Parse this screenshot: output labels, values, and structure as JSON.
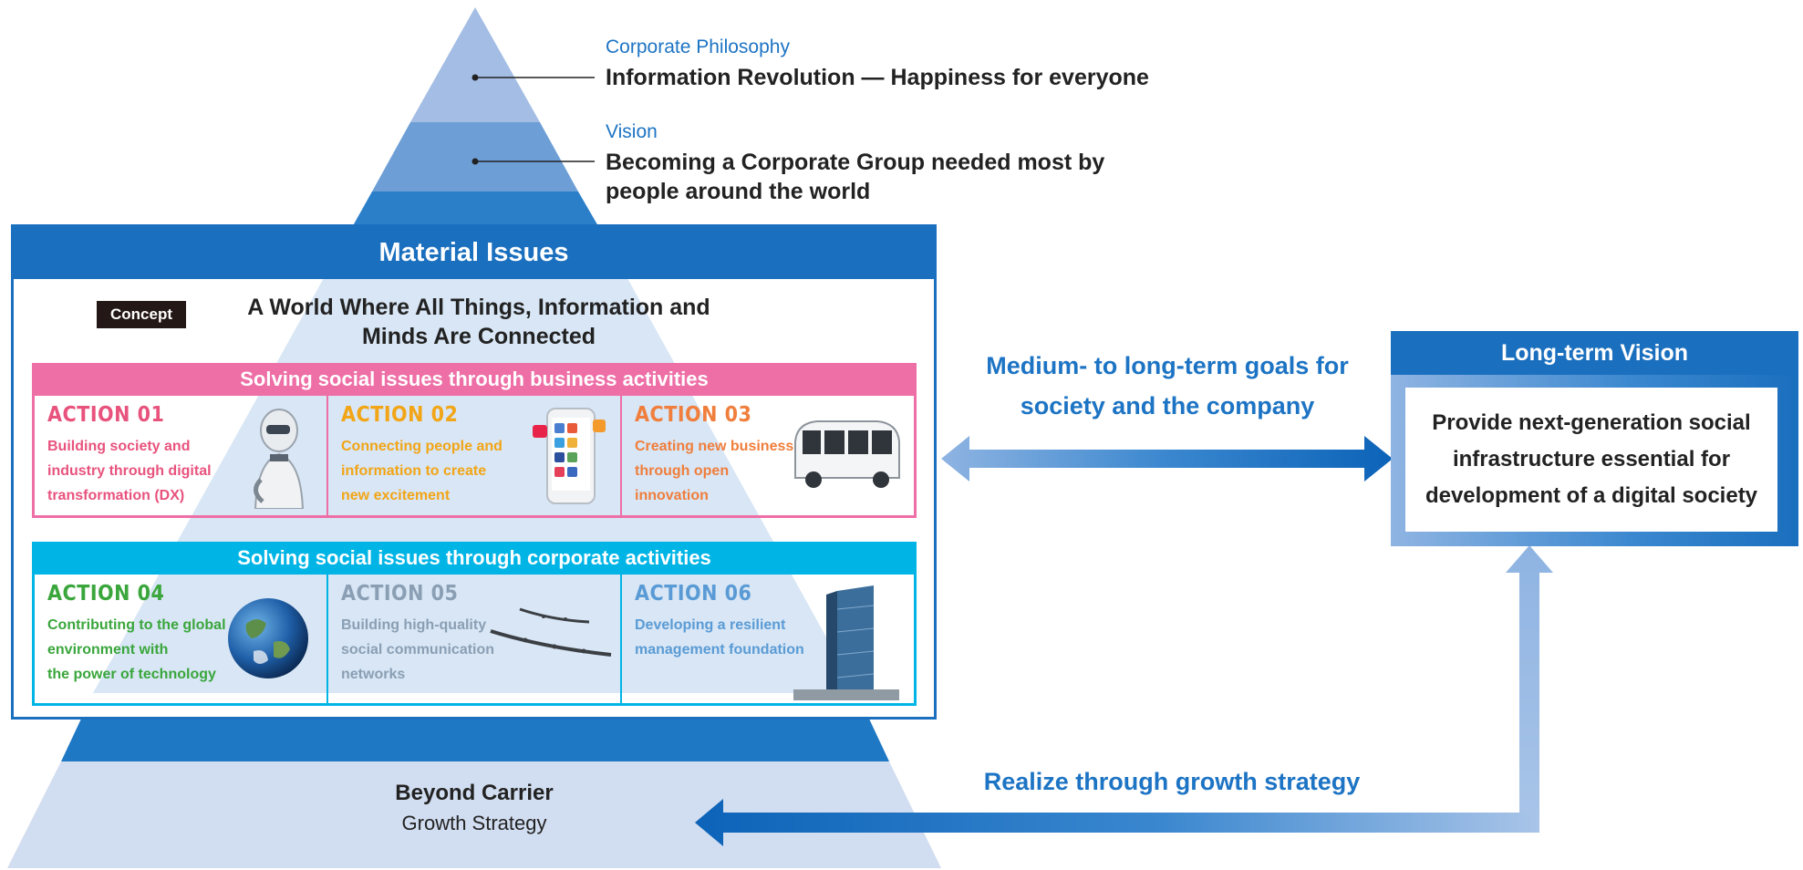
{
  "pyramid": {
    "philosophy_label": "Corporate Philosophy",
    "philosophy_text": "Information Revolution — Happiness for everyone",
    "vision_label": "Vision",
    "vision_text_line1": "Becoming a Corporate Group needed most by",
    "vision_text_line2": "people around the world",
    "base_title": "Beyond Carrier",
    "base_subtitle": "Growth Strategy"
  },
  "material": {
    "header": "Material Issues",
    "concept_badge": "Concept",
    "concept_line1": "A World Where All Things, Information and",
    "concept_line2": "Minds Are Connected",
    "business_group": {
      "header": "Solving social issues through business activities",
      "actions": [
        {
          "title": "ACTION 01",
          "desc": "Building society and\nindustry through digital\ntransformation (DX)"
        },
        {
          "title": "ACTION 02",
          "desc": "Connecting people and\ninformation to create\nnew excitement"
        },
        {
          "title": "ACTION 03",
          "desc": "Creating new business\nthrough open\ninnovation"
        }
      ]
    },
    "corporate_group": {
      "header": "Solving social issues through corporate activities",
      "actions": [
        {
          "title": "ACTION 04",
          "desc": "Contributing to the global\nenvironment with\nthe power of technology"
        },
        {
          "title": "ACTION 05",
          "desc": "Building high-quality\nsocial communication\nnetworks"
        },
        {
          "title": "ACTION 06",
          "desc": "Developing a resilient\nmanagement foundation"
        }
      ]
    }
  },
  "long_term_vision": {
    "header": "Long-term Vision",
    "line1": "Provide next-generation social",
    "line2": "infrastructure essential for",
    "line3": "development of a digital society"
  },
  "arrows": {
    "goals_line1": "Medium- to long-term goals for",
    "goals_line2": "society and the company",
    "realize": "Realize through growth strategy"
  },
  "colors": {
    "brand_blue": "#1a6fbe",
    "label_blue": "#1d74c4",
    "pink": "#ee6ea6",
    "cyan": "#00b5e6",
    "action01": "#e8537d",
    "action02": "#f2a516",
    "action03": "#f07e3c",
    "action04": "#3aa63c",
    "action05": "#8a9fb4",
    "action06": "#5a9bd5"
  }
}
